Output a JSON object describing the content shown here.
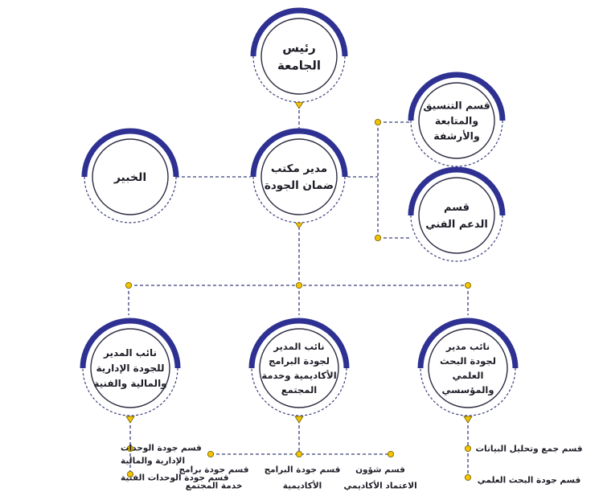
{
  "colors": {
    "arc": "#2e3192",
    "line": "#3a3f7a",
    "dot": "#f5c400",
    "dot_stroke": "#6a5a00",
    "text": "#1d1d27"
  },
  "nodes": {
    "president": {
      "lines": [
        "رئيس",
        "الجامعة"
      ]
    },
    "qa_director": {
      "lines": [
        "مدير مكتب",
        "ضمان الجودة"
      ]
    },
    "expert": {
      "lines": [
        "الخبير"
      ]
    },
    "coordination": {
      "lines": [
        "قسم التنسيق",
        "والمتابعة",
        "والأرشفة"
      ]
    },
    "tech_support": {
      "lines": [
        "قسم",
        "الدعم الفني"
      ]
    },
    "deputy_admin": {
      "lines": [
        "نائب المدير",
        "للجودة الإدارية",
        "والمالية والفنية"
      ]
    },
    "deputy_programs": {
      "lines": [
        "نائب المدير",
        "لجودة البرامج",
        "الأكاديمية وخدمة",
        "المجتمع"
      ]
    },
    "deputy_research": {
      "lines": [
        "نائب مدير",
        "لجودة البحث",
        "العلمي",
        "والمؤسسي"
      ]
    }
  },
  "leaves": {
    "admin_units_quality": {
      "lines": [
        "قسم جودة الوحدات",
        "الإدارية والمالية"
      ]
    },
    "tech_units_quality": {
      "lines": [
        "قسم جودة الوحدات الفنية"
      ]
    },
    "academic_accreditation": {
      "lines": [
        "قسم شؤون",
        "الاعتماد الأكاديمي"
      ]
    },
    "academic_programs_quality": {
      "lines": [
        "قسم جودة البرامج",
        "الأكاديمية"
      ]
    },
    "community_programs_quality": {
      "lines": [
        "قسم جودة برامج",
        "خدمة المجتمع"
      ]
    },
    "data_collection": {
      "lines": [
        "قسم جمع وتحليل البيانات"
      ]
    },
    "research_quality": {
      "lines": [
        "قسم جودة البحث العلمي"
      ]
    }
  }
}
